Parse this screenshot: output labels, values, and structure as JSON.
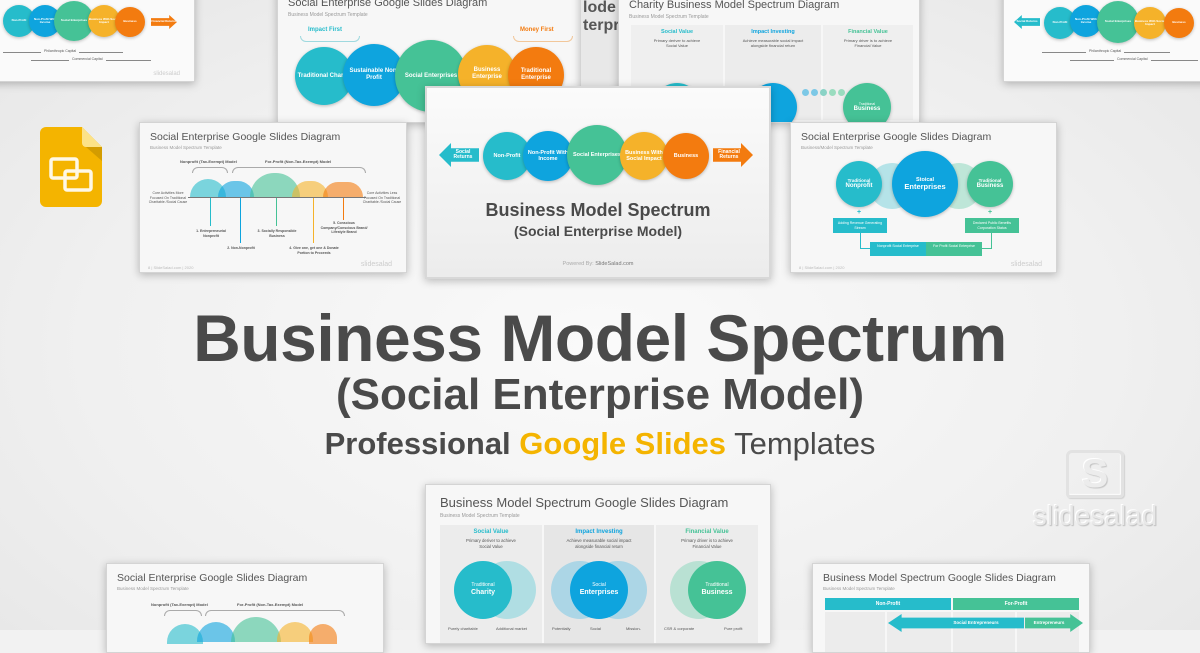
{
  "hero": {
    "title": "Business Model Spectrum",
    "subtitle": "(Social Enterprise Model)",
    "tagline_prefix": "Professional",
    "tagline_highlight": "Google Slides",
    "tagline_suffix": "Templates",
    "highlight_color": "#f4b400",
    "text_color": "#4a4a4a"
  },
  "colors": {
    "teal": "#26bccb",
    "blue": "#0ea4de",
    "green": "#45c296",
    "yellow": "#f5b22a",
    "orange": "#f37b0f"
  },
  "icons": {
    "google_slides": "google-slides-icon",
    "brand_logo": "slidesalad-logo-icon"
  },
  "brand": {
    "logo_letter": "S",
    "logo_text": "slidesalad"
  },
  "slides": {
    "center": {
      "left_arrow": "Social Returns",
      "right_arrow": "Financial Returns",
      "circles": [
        "Non-Profit",
        "Non-Profit With Income",
        "Social Enterprises",
        "Business With Social Impact",
        "Business"
      ],
      "title": "Business Model Spectrum",
      "subtitle": "(Social Enterprise Model)",
      "powered_prefix": "Powered By:",
      "powered_site": "SlideSalad.com"
    },
    "top_left": {
      "circles": [
        "Non-Profit",
        "Non-Profit With Income",
        "Social Enterprises",
        "Business With Social Impact",
        "Business"
      ],
      "right_arrow": "Financial Returns",
      "capital1": "Philanthropic Capital",
      "capital2": "Commercial Capital",
      "brand": "slidesalad"
    },
    "top_right": {
      "left_arrow": "Social Returns",
      "circles": [
        "Non-Profit",
        "Non-Profit With Income",
        "Social Enterprises",
        "Business With Social Impact",
        "Business"
      ],
      "capital1": "Philanthropic Capital",
      "capital2": "Commercial Capital"
    },
    "top_mid_left": {
      "title": "Social Enterprise Google Slides Diagram",
      "subtitle": "Business Model Spectrum Template",
      "bracket_left": "Impact First",
      "bracket_right": "Money First",
      "circles": [
        "Traditional Charity",
        "Sustainable Non-Profit",
        "Social Enterprises",
        "Business Enterprise",
        "Traditional Enterprise"
      ],
      "fragment": "ney fir"
    },
    "top_mid_right": {
      "title": "Charity Business Model Spectrum Diagram",
      "subtitle": "Business Model Spectrum Template",
      "cols": [
        {
          "head": "Social Value",
          "desc": "Primary deriver to achieve Social Value"
        },
        {
          "head": "Impact Investing",
          "desc": "Achieve measurable social impact alongside financial return"
        },
        {
          "head": "Financial Value",
          "desc": "Primary driver is to achieve Financial Value"
        }
      ],
      "circle_right_small": "Traditional",
      "circle_right_big": "Business"
    },
    "top_center_fragment": {
      "line1": "lode",
      "line2": "terpri"
    },
    "mid_left": {
      "title": "Social Enterprise Google Slides Diagram",
      "subtitle": "Business Model Spectrum Template",
      "bracket_left": "Nonprofit (Tax-Exempt) Model",
      "bracket_right": "For-Profit (Non-Tax-Exempt) Model",
      "side_left": "Core Activities More Focused On Traditional Charitable /Social Cause",
      "side_right": "Core Activities Less Focused On Traditional Charitable /Social Cause",
      "items": [
        "1. Entrepreneurial Nonprofit",
        "2. Non-Nonprofit",
        "3. Socially Responsible Business",
        "4. Give one, get one & Donate Portion to Proceeds",
        "5. Conscious Company/Conscious Brand/ Lifestyle Brand"
      ],
      "footer": "8 | SlideSalad.com | 2020",
      "brand": "slidesalad"
    },
    "mid_right": {
      "title": "Social Enterprise Google Slides Diagram",
      "subtitle": "Business/Model Spectrum Template",
      "left_small": "Traditional",
      "left_big": "Nonprofit",
      "center_small": "Stoical",
      "center_big": "Enterprises",
      "right_small": "Traditional",
      "right_big": "Business",
      "box_left": "Adding Revenue Generating Stream",
      "box_right": "Declared Public Benefits Corporation Status",
      "bottom_left": "Nonprofit Social Enterprise",
      "bottom_right": "For Profit Social Enterprise",
      "footer": "8 | SlideSalad.com | 2020",
      "brand": "slidesalad"
    },
    "bottom_center": {
      "title": "Business Model Spectrum Google Slides Diagram",
      "subtitle": "Business Model Spectrum Template",
      "cols": [
        {
          "head": "Social Value",
          "desc": "Primary deriver to achieve Social Value",
          "small": "Traditional",
          "big": "Charity",
          "notes": [
            "Purely charitable",
            "Additional market"
          ]
        },
        {
          "head": "Impact Investing",
          "desc": "Achieve measurable social impact alongside financial return",
          "small": "Social",
          "big": "Enterprises",
          "notes": [
            "Potentially",
            "Social",
            "Mission-"
          ]
        },
        {
          "head": "Financial Value",
          "desc": "Primary driver is to achieve Financial Value",
          "small": "Traditional",
          "big": "Business",
          "notes": [
            "CSR & corporate",
            "Pure profit"
          ]
        }
      ]
    },
    "bottom_left": {
      "title": "Social Enterprise Google Slides Diagram",
      "subtitle": "Business Model Spectrum Template",
      "bracket_left": "Nonprofit (Tax-Exempt) Model",
      "bracket_right": "For-Profit (Non-Tax-Exempt) Model"
    },
    "bottom_right": {
      "title": "Business Model Spectrum Google Slides Diagram",
      "subtitle": "Business Model Spectrum Template",
      "bar_left": "Non-Profit",
      "bar_right": "For-Profit",
      "arrow_left": "Social Entrepreneurs",
      "arrow_right": "Entrepreneurs"
    }
  }
}
